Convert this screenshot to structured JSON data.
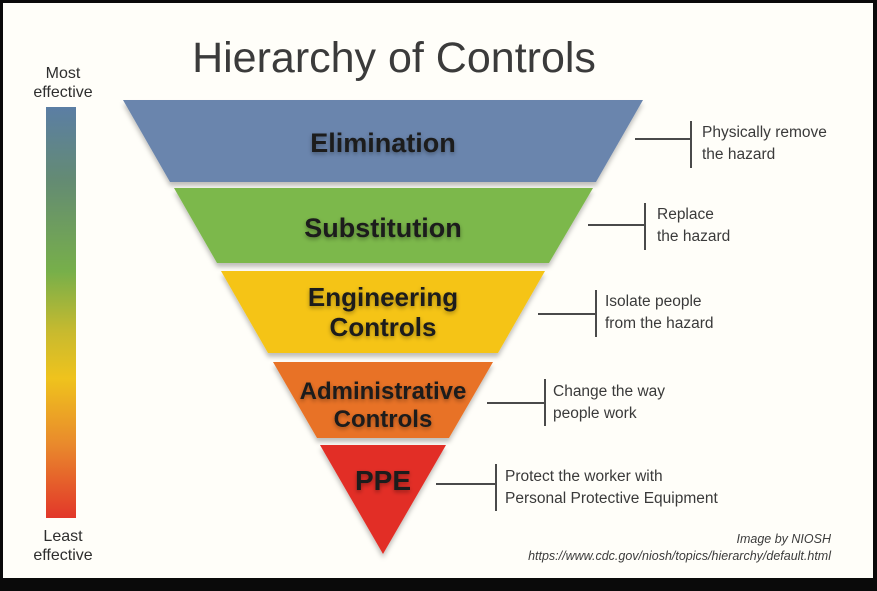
{
  "title": "Hierarchy of Controls",
  "scale": {
    "most_line1": "Most",
    "most_line2": "effective",
    "least_line1": "Least",
    "least_line2": "effective",
    "gradient_colors": [
      "#5B7EA4",
      "#77AF4A",
      "#EFC31D",
      "#E98A2C",
      "#E2372A"
    ]
  },
  "levels": [
    {
      "label_line1": "Elimination",
      "color": "#6B85AD",
      "desc_line1": "Physically remove",
      "desc_line2": "the hazard"
    },
    {
      "label_line1": "Substitution",
      "color": "#7CB84C",
      "desc_line1": "Replace",
      "desc_line2": "the hazard"
    },
    {
      "label_line1": "Engineering",
      "label_line2": "Controls",
      "color": "#F5C414",
      "desc_line1": "Isolate people",
      "desc_line2": "from the hazard"
    },
    {
      "label_line1": "Administrative",
      "label_line2": "Controls",
      "color": "#E87226",
      "desc_line1": "Change the way",
      "desc_line2": "people work"
    },
    {
      "label_line1": "PPE",
      "color": "#E22E27",
      "desc_line1": "Protect the worker with",
      "desc_line2": "Personal Protective Equipment"
    }
  ],
  "credit": {
    "line1": "Image by NIOSH",
    "line2": "https://www.cdc.gov/niosh/topics/hierarchy/default.html"
  }
}
